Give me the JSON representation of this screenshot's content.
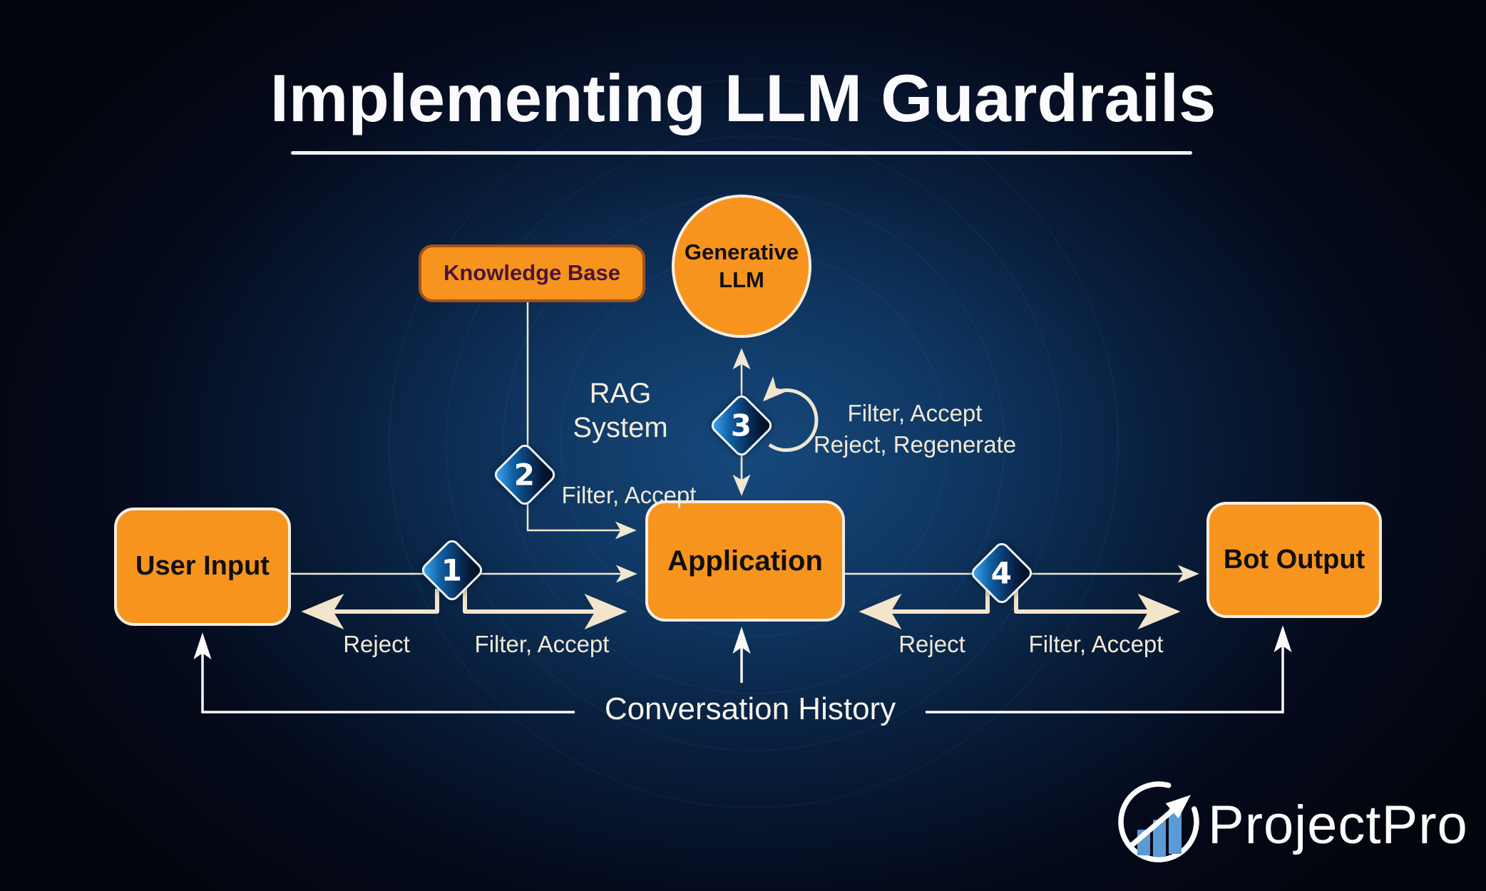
{
  "title": {
    "text": "Implementing LLM Guardrails"
  },
  "nodes": {
    "knowledge_base": "Knowledge Base",
    "generative_llm": "Generative LLM",
    "user_input": "User Input",
    "application": "Application",
    "bot_output": "Bot Output"
  },
  "labels": {
    "rag_system": "RAG System",
    "conversation_history": "Conversation History"
  },
  "steps": [
    {
      "number": "1",
      "reject": "Reject",
      "accept": "Filter, Accept"
    },
    {
      "number": "2",
      "accept": "Filter, Accept"
    },
    {
      "number": "3",
      "accept": "Filter, Accept",
      "reject": "Reject, Regenerate"
    },
    {
      "number": "4",
      "reject": "Reject",
      "accept": "Filter, Accept"
    }
  ],
  "brand": {
    "name": "ProjectPro",
    "logo_icon": "growth-chart-arrow-circle-icon"
  },
  "colors": {
    "background": "#070b18",
    "glow": "#16497c",
    "node_orange": "#f7941e",
    "node_border": "#f4efe2",
    "kb_border": "#a4521a",
    "kb_text": "#4a1637",
    "diamond_blue": "#42abf2",
    "diamond_dark": "#04101f",
    "arrow_cream": "#f2e5cc",
    "line_cream": "#efe7d2",
    "line_white": "#fbfaf7",
    "logo_bars_blue": "#5b9bd5",
    "label_cream": "#f0e9d6",
    "text_dark": "#0f0f10"
  }
}
